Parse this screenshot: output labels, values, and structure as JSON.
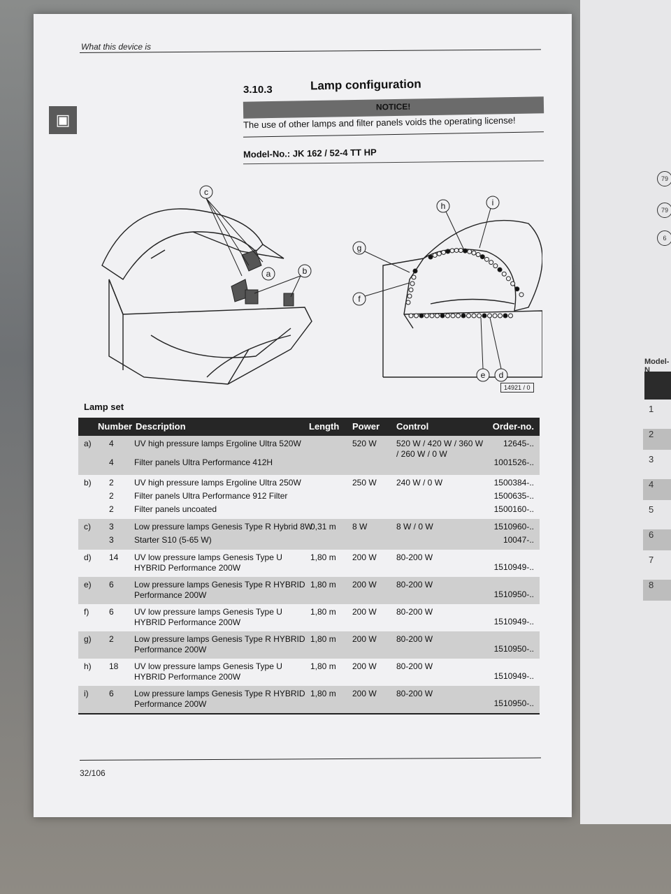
{
  "header": {
    "running_title": "What this device is"
  },
  "section": {
    "number": "3.10.3",
    "title": "Lamp configuration"
  },
  "notice": {
    "label": "NOTICE!",
    "text": "The use of other lamps and filter panels voids the operating license!"
  },
  "model": {
    "label": "Model-No.: JK 162 / 52-4 TT HP"
  },
  "diagram": {
    "callouts_left": [
      "c",
      "a",
      "b"
    ],
    "callouts_right": [
      "h",
      "i",
      "g",
      "f",
      "e",
      "d"
    ],
    "figure_id": "14921 / 0"
  },
  "lamp_set": {
    "title": "Lamp set",
    "columns": [
      "Number",
      "Description",
      "Length",
      "Power",
      "Control",
      "Order-no."
    ],
    "rows": [
      {
        "key": "a)",
        "shade": true,
        "lines": [
          {
            "n": "4",
            "d": "UV high pressure lamps Ergoline Ultra 520W",
            "l": "",
            "p": "520 W",
            "c": "520 W / 420 W / 360 W / 260 W / 0 W",
            "o": "12645-.."
          },
          {
            "n": "4",
            "d": "Filter panels Ultra Performance 412H",
            "l": "",
            "p": "",
            "c": "",
            "o": "1001526-.."
          }
        ]
      },
      {
        "key": "b)",
        "shade": false,
        "lines": [
          {
            "n": "2",
            "d": "UV high pressure lamps Ergoline Ultra 250W",
            "l": "",
            "p": "250 W",
            "c": "240 W / 0 W",
            "o": "1500384-.."
          },
          {
            "n": "2",
            "d": "Filter panels Ultra Performance 912 Filter",
            "l": "",
            "p": "",
            "c": "",
            "o": "1500635-.."
          },
          {
            "n": "2",
            "d": "Filter panels uncoated",
            "l": "",
            "p": "",
            "c": "",
            "o": "1500160-.."
          }
        ]
      },
      {
        "key": "c)",
        "shade": true,
        "lines": [
          {
            "n": "3",
            "d": "Low pressure lamps Genesis Type R Hybrid 8W",
            "l": "0,31 m",
            "p": "8 W",
            "c": "8 W / 0 W",
            "o": "1510960-.."
          },
          {
            "n": "3",
            "d": "Starter S10 (5-65 W)",
            "l": "",
            "p": "",
            "c": "",
            "o": "10047-.."
          }
        ]
      },
      {
        "key": "d)",
        "shade": false,
        "lines": [
          {
            "n": "14",
            "d": "UV low pressure lamps Genesis Type U HYBRID Performance 200W",
            "l": "1,80 m",
            "p": "200 W",
            "c": "80-200 W",
            "o": "1510949-.."
          }
        ]
      },
      {
        "key": "e)",
        "shade": true,
        "lines": [
          {
            "n": "6",
            "d": "Low pressure lamps Genesis Type R HYBRID Performance 200W",
            "l": "1,80 m",
            "p": "200 W",
            "c": "80-200 W",
            "o": "1510950-.."
          }
        ]
      },
      {
        "key": "f)",
        "shade": false,
        "lines": [
          {
            "n": "6",
            "d": "UV low pressure lamps Genesis Type U HYBRID Performance 200W",
            "l": "1,80 m",
            "p": "200 W",
            "c": "80-200 W",
            "o": "1510949-.."
          }
        ]
      },
      {
        "key": "g)",
        "shade": true,
        "lines": [
          {
            "n": "2",
            "d": "Low pressure lamps Genesis Type R HYBRID Performance 200W",
            "l": "1,80 m",
            "p": "200 W",
            "c": "80-200 W",
            "o": "1510950-.."
          }
        ]
      },
      {
        "key": "h)",
        "shade": false,
        "lines": [
          {
            "n": "18",
            "d": "UV low pressure lamps Genesis Type U HYBRID Performance 200W",
            "l": "1,80 m",
            "p": "200 W",
            "c": "80-200 W",
            "o": "1510949-.."
          }
        ]
      },
      {
        "key": "i)",
        "shade": true,
        "lines": [
          {
            "n": "6",
            "d": "Low pressure lamps Genesis Type R HYBRID Performance 200W",
            "l": "1,80 m",
            "p": "200 W",
            "c": "80-200 W",
            "o": "1510950-.."
          }
        ]
      }
    ]
  },
  "footer": {
    "page": "32/106"
  },
  "right_page": {
    "heading": "Model-N",
    "numbers": [
      "1",
      "2",
      "3",
      "4",
      "5",
      "6",
      "7",
      "8"
    ]
  }
}
